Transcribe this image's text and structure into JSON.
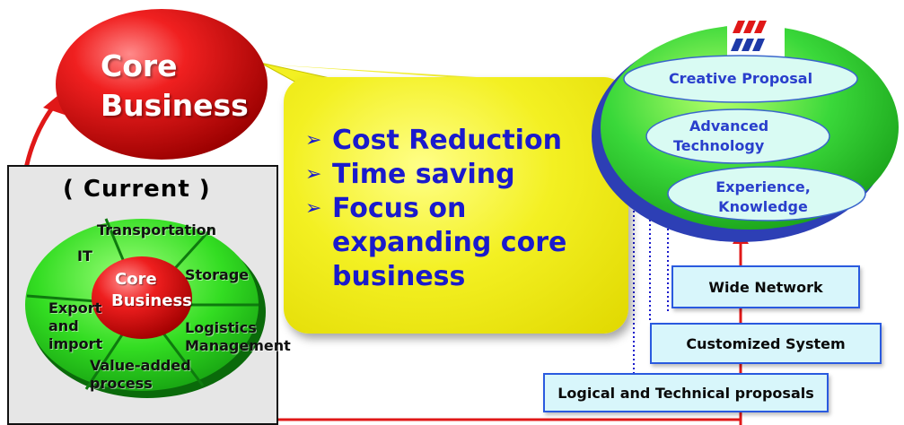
{
  "core_top": {
    "line1": "Core",
    "line2": "Business"
  },
  "current": {
    "title": "( Current )",
    "center_line1": "Core",
    "center_line2": "Business",
    "segments": {
      "transportation": "Transportation",
      "it": "IT",
      "storage": "Storage",
      "export_line1": "Export",
      "export_line2": "and",
      "export_line3": "import",
      "logistics_line1": "Logistics",
      "logistics_line2": "Management",
      "valueadded_line1": "Value-added",
      "valueadded_line2": "process"
    }
  },
  "callout": {
    "item1": "Cost Reduction",
    "item2": "Time saving",
    "item3": "Focus on expanding core business"
  },
  "right": {
    "creative": "Creative Proposal",
    "advanced_line1": "Advanced",
    "advanced_line2": "Technology",
    "experience_line1": "Experience,",
    "experience_line2": "Knowledge"
  },
  "boxes": {
    "wide_network": "Wide Network",
    "customized": "Customized System",
    "logical": "Logical and Technical proposals"
  },
  "colors": {
    "red": "#e01818",
    "green": "#22cc22",
    "yellow": "#f3f022",
    "blue_text": "#1a1acc"
  }
}
